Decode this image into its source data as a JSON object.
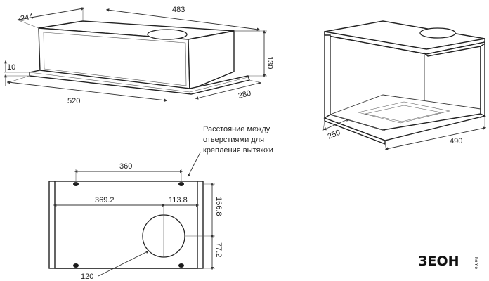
{
  "front_view": {
    "width_top": "483",
    "depth_top": "244",
    "height": "130",
    "flange": "10",
    "width_bottom": "520",
    "depth_bottom": "280"
  },
  "iso_view": {
    "depth": "250",
    "width": "490"
  },
  "note": {
    "line1": "Расстояние между",
    "line2": "отверстиями для",
    "line3": "крепления вытяжки"
  },
  "plan_view": {
    "hole_spacing": "360",
    "offset_x": "369.2",
    "duct_offset": "113.8",
    "top_offset": "166.8",
    "bottom_offset": "77.2",
    "duct_diameter": "120"
  },
  "brand": {
    "logo": "ЗЕОН",
    "sub": "home"
  }
}
